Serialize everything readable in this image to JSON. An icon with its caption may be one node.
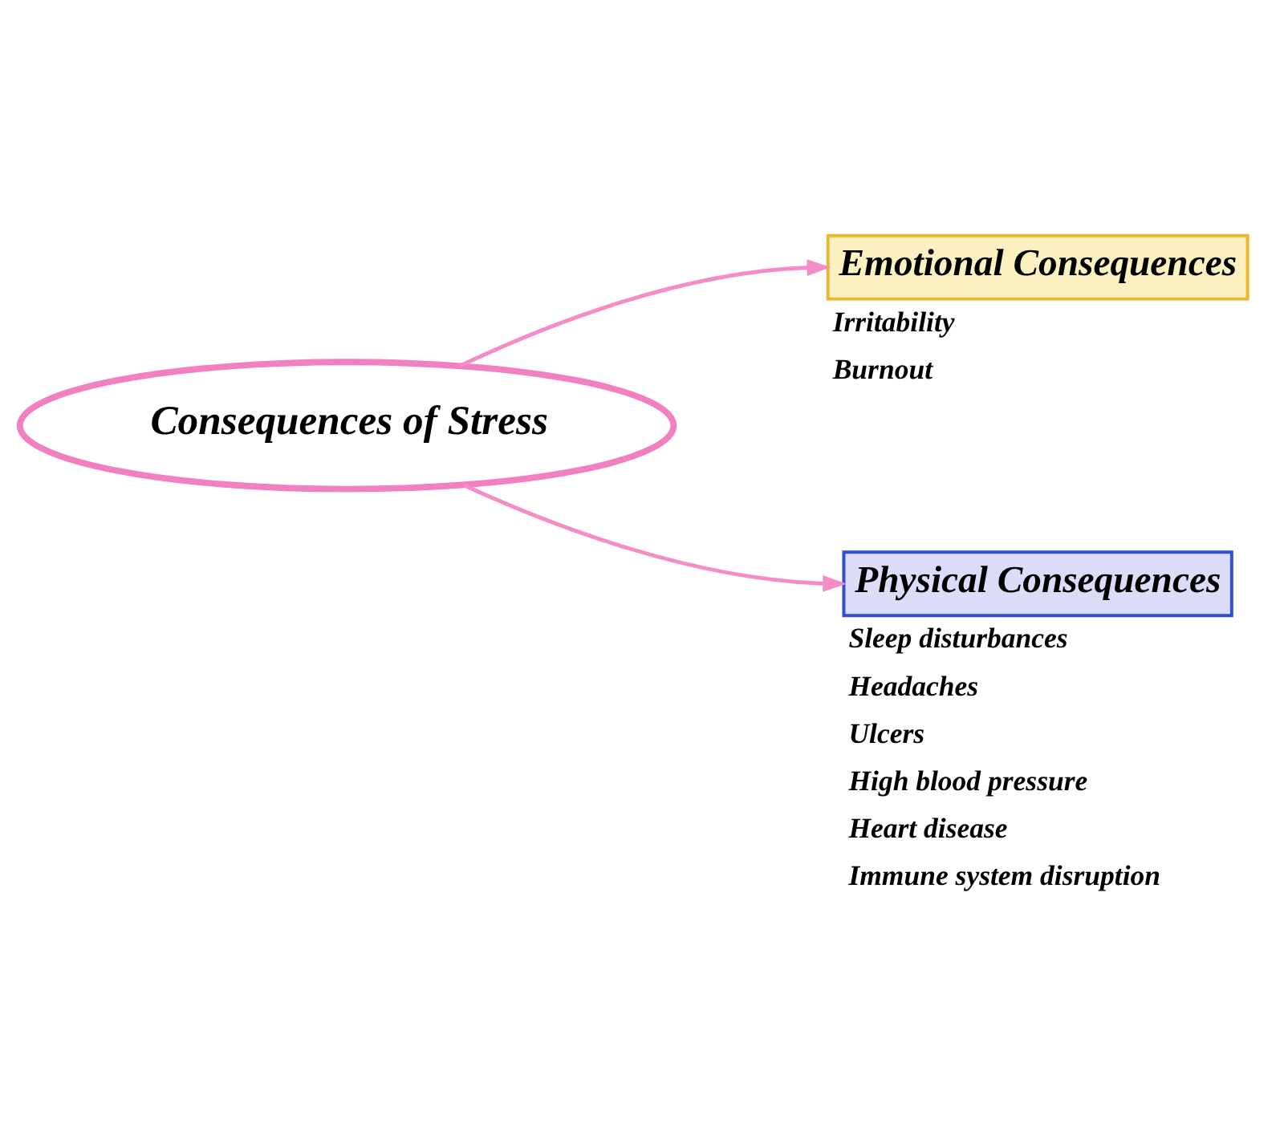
{
  "diagram": {
    "nodes": [
      {
        "text": [
          "Consequences of Stress"
        ]
      },
      {
        "text": [
          "Emotional Consequences"
        ],
        "beside": [
          "Irritability",
          "Burnout"
        ]
      },
      {
        "text": [
          "Physical Consequences"
        ],
        "beside": [
          "Sleep disturbances",
          "Headaches",
          "Ulcers",
          "High blood pressure",
          "Heart disease",
          "Immune system disruption"
        ]
      }
    ],
    "edges": [
      {
        "from": 0,
        "to": 1,
        "arrow": "to",
        "color": "#f48cc8"
      },
      {
        "from": 0,
        "to": 2,
        "arrow": "to",
        "color": "#f48cc8"
      }
    ]
  }
}
